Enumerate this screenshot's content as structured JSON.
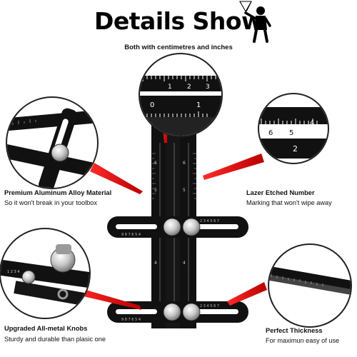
{
  "header": {
    "title": "Details Show",
    "subtitle": "Both with centimetres and inches"
  },
  "callouts": {
    "material": {
      "title": "Premium Aluminum Alloy Material",
      "description": "So it won't break in your toolbox"
    },
    "laser": {
      "title": "Lazer Etched Number",
      "description": "Marking that won't wipe away"
    },
    "knobs": {
      "title": "Upgraded All-metal Knobs",
      "description": "Sturdy and durable than plasic one"
    },
    "thickness": {
      "title": "Perfect Thickness",
      "description": "For maximun easy of use"
    }
  },
  "ruler_marks": {
    "top_scale_upper": [
      "1",
      "2",
      "3"
    ],
    "top_scale_lower": [
      "0",
      "1"
    ],
    "right_scale_upper": [
      "6",
      "5",
      "4"
    ],
    "right_scale_lower": [
      "2"
    ]
  },
  "colors": {
    "accent": "#e8202a",
    "tool": "#111111",
    "background": "#ffffff"
  }
}
